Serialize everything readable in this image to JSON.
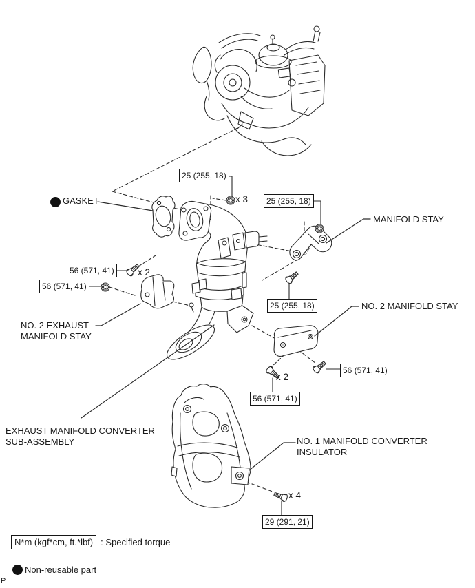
{
  "diagram_labels": {
    "gasket": "GASKET",
    "manifold_stay": "MANIFOLD STAY",
    "no2_manifold_stay": "NO. 2 MANIFOLD STAY",
    "no2_exhaust_manifold_stay": {
      "line1": "NO. 2 EXHAUST",
      "line2": "MANIFOLD STAY"
    },
    "exhaust_manifold_converter": {
      "line1": "EXHAUST MANIFOLD CONVERTER",
      "line2": "SUB-ASSEMBLY"
    },
    "no1_manifold_converter_insulator": {
      "line1": "NO. 1 MANIFOLD CONVERTER",
      "line2": "INSULATOR"
    }
  },
  "torque_boxes": [
    "25 (255, 18)",
    "25 (255, 18)",
    "25 (255, 18)",
    "56 (571, 41)",
    "56 (571, 41)",
    "56 (571, 41)",
    "56 (571, 41)",
    "29 (291, 21)"
  ],
  "multipliers": [
    "x 3",
    "x 2",
    "x 2",
    "x 4"
  ],
  "legend": {
    "torque_unit": "N*m (kgf*cm, ft.*lbf)",
    "torque_label": ": Specified torque",
    "nonreusable_label": "Non-reusable part"
  },
  "page_marker": "P",
  "colors": {
    "line": "#1a1a1a",
    "background": "#ffffff"
  }
}
